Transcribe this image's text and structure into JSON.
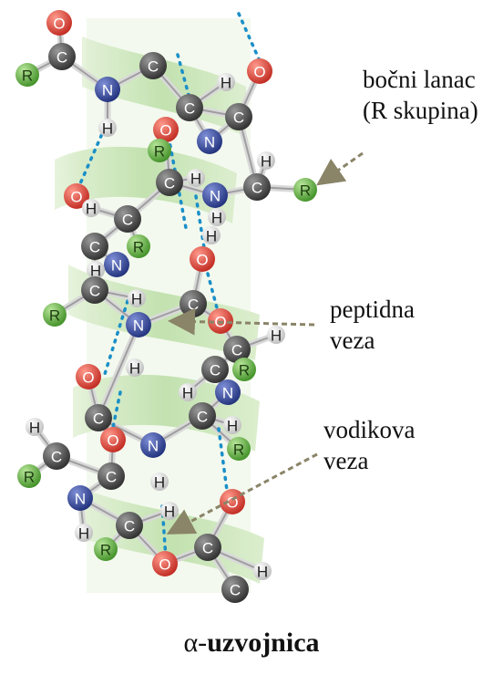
{
  "labels": {
    "side_chain_line1": "bočni lanac",
    "side_chain_line2": "(R skupina)",
    "peptide_line1": "peptidna",
    "peptide_line2": "veza",
    "hydrogen_line1": "vodikova",
    "hydrogen_line2": "veza"
  },
  "title": {
    "alpha": "α-",
    "word": "uzvojnica"
  },
  "atom_symbols": {
    "carbon": "C",
    "nitrogen": "N",
    "oxygen": "O",
    "hydrogen": "H",
    "side_chain": "R"
  },
  "colors": {
    "carbon": "#3a3a3a",
    "nitrogen": "#2b3f8f",
    "oxygen": "#d8433a",
    "hydrogen": "#e6e6e6",
    "side_chain": "#5fae3c",
    "ribbon": "#bfe0a8",
    "hbond": "#1a8fc8",
    "arrow": "#8a8468"
  }
}
